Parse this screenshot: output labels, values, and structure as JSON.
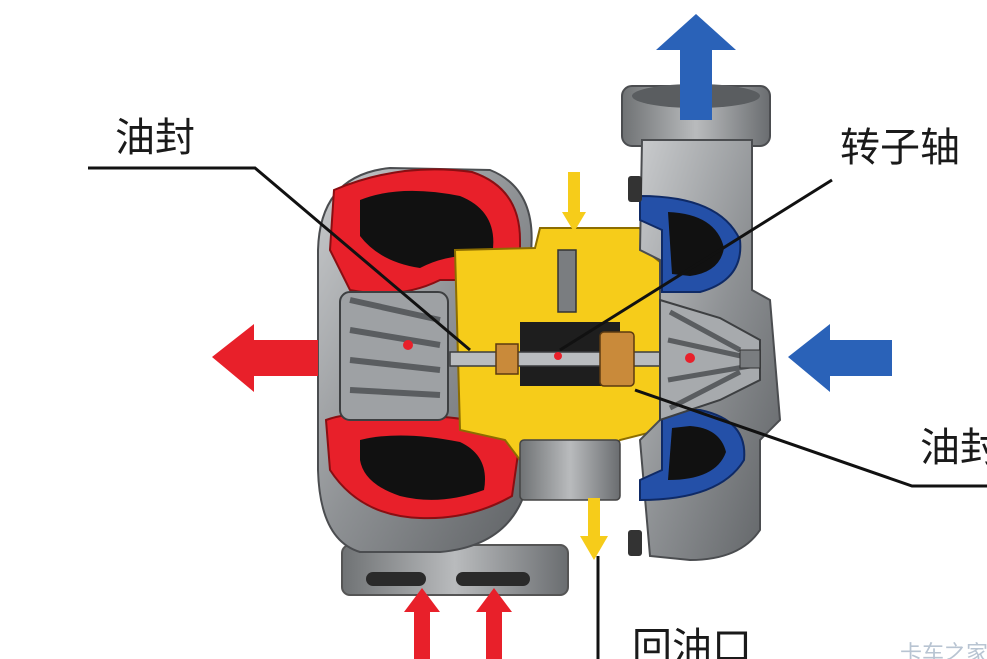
{
  "labels": {
    "oil_seal_left": "油封",
    "rotor_shaft": "转子轴",
    "oil_seal_right": "油封",
    "oil_return": "回油口"
  },
  "watermark": "卡车之家",
  "colors": {
    "turbine": "#e8202a",
    "compressor": "#2450a8",
    "oil": "#f6cc1a",
    "housing": "#8a8d90",
    "leader": "#111111",
    "bronze": "#c98a3a"
  },
  "icons": [
    "up-arrow-icon",
    "left-arrow-icon",
    "down-arrow-icon"
  ]
}
